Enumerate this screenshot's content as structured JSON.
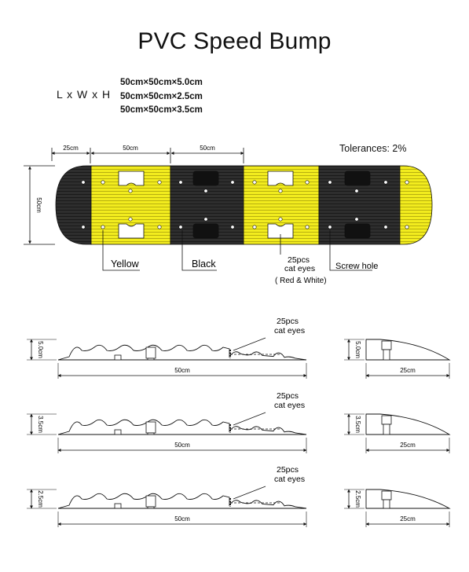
{
  "title": "PVC Speed Bump",
  "size_label": "L x W x H",
  "sizes": [
    "50cm×50cm×5.0cm",
    "50cm×50cm×2.5cm",
    "50cm×50cm×3.5cm"
  ],
  "tolerances": "Tolerances: 2%",
  "top_view": {
    "dim_end": "25cm",
    "dim_seg1": "50cm",
    "dim_seg2": "50cm",
    "dim_height": "50cm",
    "label_yellow": "Yellow",
    "label_black": "Black",
    "label_cat_eyes_1": "25pcs",
    "label_cat_eyes_2": "cat eyes",
    "label_cat_eyes_3": "( Red & White)",
    "label_screw": "Screw hole"
  },
  "colors": {
    "yellow": "#f2ec1e",
    "black": "#2e2e2e",
    "line": "#111111"
  },
  "profiles": [
    {
      "height": "5.0cm",
      "length": "50cm",
      "end_length": "25cm",
      "cat1": "25pcs",
      "cat2": "cat eyes"
    },
    {
      "height": "3.5cm",
      "length": "50cm",
      "end_length": "25cm",
      "cat1": "25pcs",
      "cat2": "cat eyes"
    },
    {
      "height": "2.5cm",
      "length": "50cm",
      "end_length": "25cm",
      "cat1": "25pcs",
      "cat2": "cat eyes"
    }
  ]
}
